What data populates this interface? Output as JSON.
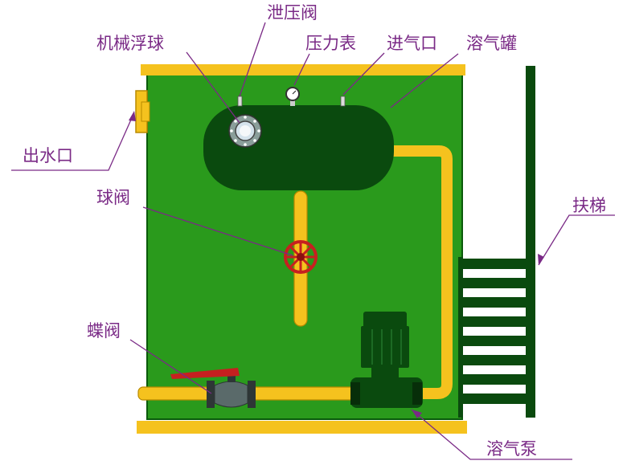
{
  "colors": {
    "background": "#ffffff",
    "tank": "#2a9a1c",
    "tank_outline": "#0a5a0a",
    "frame": "#f5c21e",
    "pipe": "#f5c21e",
    "pipe_outline": "#b88a00",
    "vessel": "#0a4a0e",
    "pump": "#0a4a0e",
    "ladder": "#0a4a0e",
    "valve_handle": "#c62020",
    "butterfly_valve": "#5a6a6a",
    "label_text": "#7a2a86",
    "leader_line": "#7a2a86"
  },
  "labels": {
    "relief_valve": "泄压阀",
    "mechanical_float": "机械浮球",
    "pressure_gauge": "压力表",
    "air_inlet": "进气口",
    "dissolved_air_tank": "溶气罐",
    "water_outlet": "出水口",
    "ball_valve": "球阀",
    "ladder": "扶梯",
    "butterfly_valve": "蝶阀",
    "dissolved_air_pump": "溶气泵"
  },
  "icons": {
    "gauge": "pressure-gauge-icon",
    "float": "float-ball-icon",
    "ball_valve": "ball-valve-icon",
    "butterfly_valve": "butterfly-valve-icon",
    "pump": "pump-icon",
    "ladder": "ladder-icon"
  }
}
